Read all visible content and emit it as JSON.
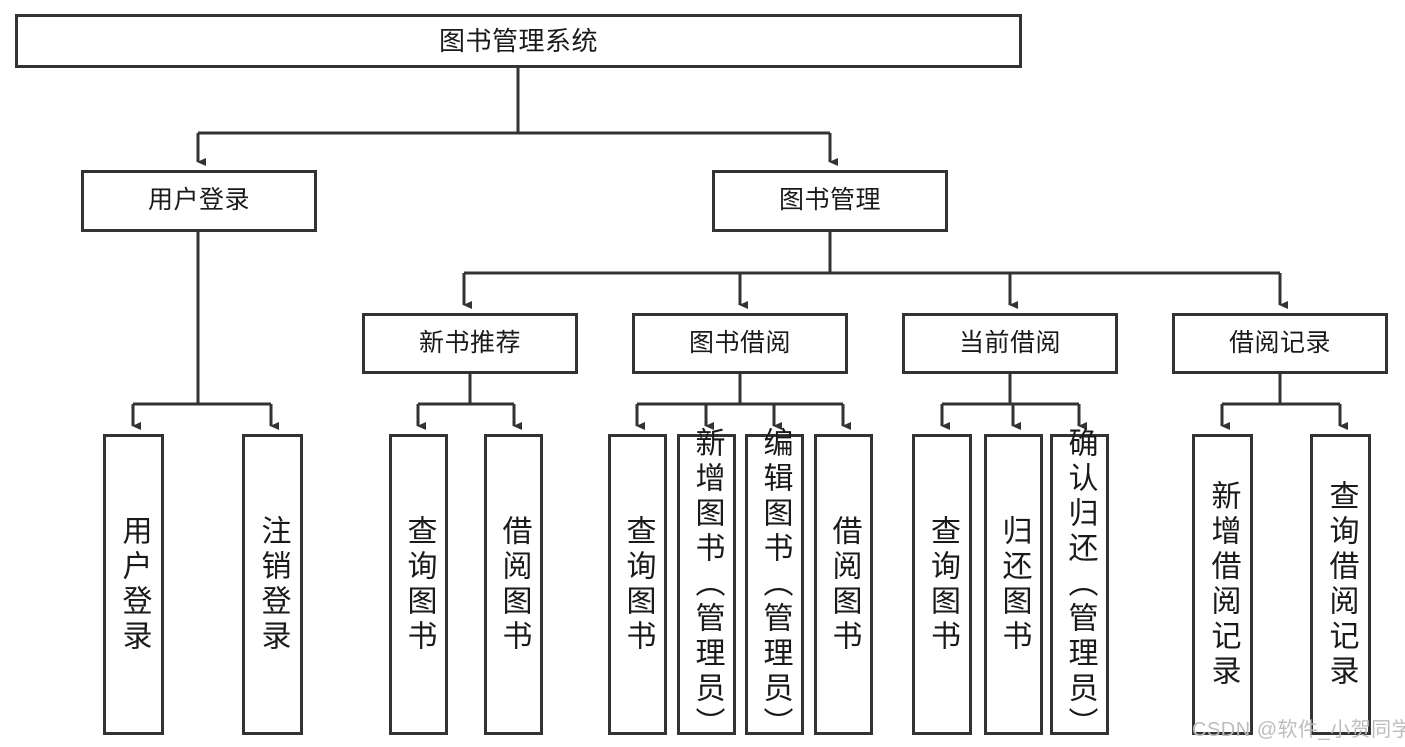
{
  "diagram": {
    "type": "tree-hierarchy-diagram",
    "title": "图书管理系统",
    "background_color": "#ffffff",
    "line_color": "#333333",
    "box_border_color": "#333333",
    "text_color": "#1a1a1a",
    "watermark": "CSDN @软件_小贺同学",
    "watermark_color": "#bdbdbd"
  },
  "nodes": {
    "root": {
      "label": "图书管理系统",
      "level": 1
    },
    "level2": [
      {
        "id": "user-login",
        "label": "用户登录"
      },
      {
        "id": "book-manage",
        "label": "图书管理"
      }
    ],
    "level3": [
      {
        "id": "new-book-recommend",
        "label": "新书推荐",
        "parent": "book-manage"
      },
      {
        "id": "book-borrow",
        "label": "图书借阅",
        "parent": "book-manage"
      },
      {
        "id": "current-borrow",
        "label": "当前借阅",
        "parent": "book-manage"
      },
      {
        "id": "borrow-record",
        "label": "借阅记录",
        "parent": "book-manage"
      }
    ],
    "leaves": [
      {
        "id": "leaf-user-login",
        "label": "用户登录",
        "parent": "user-login"
      },
      {
        "id": "leaf-user-logout",
        "label": "注销登录",
        "parent": "user-login"
      },
      {
        "id": "leaf-query-book-1",
        "label": "查询图书",
        "parent": "new-book-recommend"
      },
      {
        "id": "leaf-borrow-book-1",
        "label": "借阅图书",
        "parent": "new-book-recommend"
      },
      {
        "id": "leaf-query-book-2",
        "label": "查询图书",
        "parent": "book-borrow"
      },
      {
        "id": "leaf-add-book",
        "label": "新增图书（管理员）",
        "parent": "book-borrow"
      },
      {
        "id": "leaf-edit-book",
        "label": "编辑图书（管理员）",
        "parent": "book-borrow"
      },
      {
        "id": "leaf-borrow-book-2",
        "label": "借阅图书",
        "parent": "book-borrow"
      },
      {
        "id": "leaf-query-book-3",
        "label": "查询图书",
        "parent": "current-borrow"
      },
      {
        "id": "leaf-return-book",
        "label": "归还图书",
        "parent": "current-borrow"
      },
      {
        "id": "leaf-confirm-return",
        "label": "确认归还（管理员）",
        "parent": "current-borrow"
      },
      {
        "id": "leaf-add-record",
        "label": "新增借阅记录",
        "parent": "borrow-record"
      },
      {
        "id": "leaf-query-record",
        "label": "查询借阅记录",
        "parent": "borrow-record"
      }
    ]
  }
}
